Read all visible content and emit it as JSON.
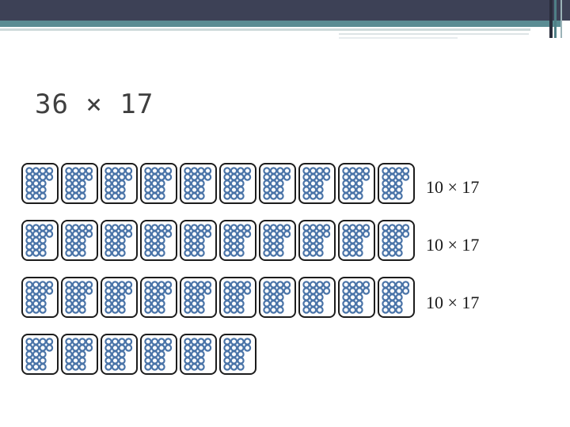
{
  "slide": {
    "title": "36 × 17",
    "rows": [
      {
        "tiles": 10,
        "label": "10 × 17"
      },
      {
        "tiles": 10,
        "label": "10 × 17"
      },
      {
        "tiles": 10,
        "label": "10 × 17"
      },
      {
        "tiles": 6,
        "label": ""
      }
    ],
    "tile_pattern": {
      "total_dots": 17,
      "row_dots": [
        4,
        4,
        3,
        3,
        3
      ]
    },
    "colors": {
      "dot": "#4a74a8",
      "tile_border": "#1c1c1c",
      "header": "#3d4156",
      "accent": "#5a8c93"
    }
  }
}
